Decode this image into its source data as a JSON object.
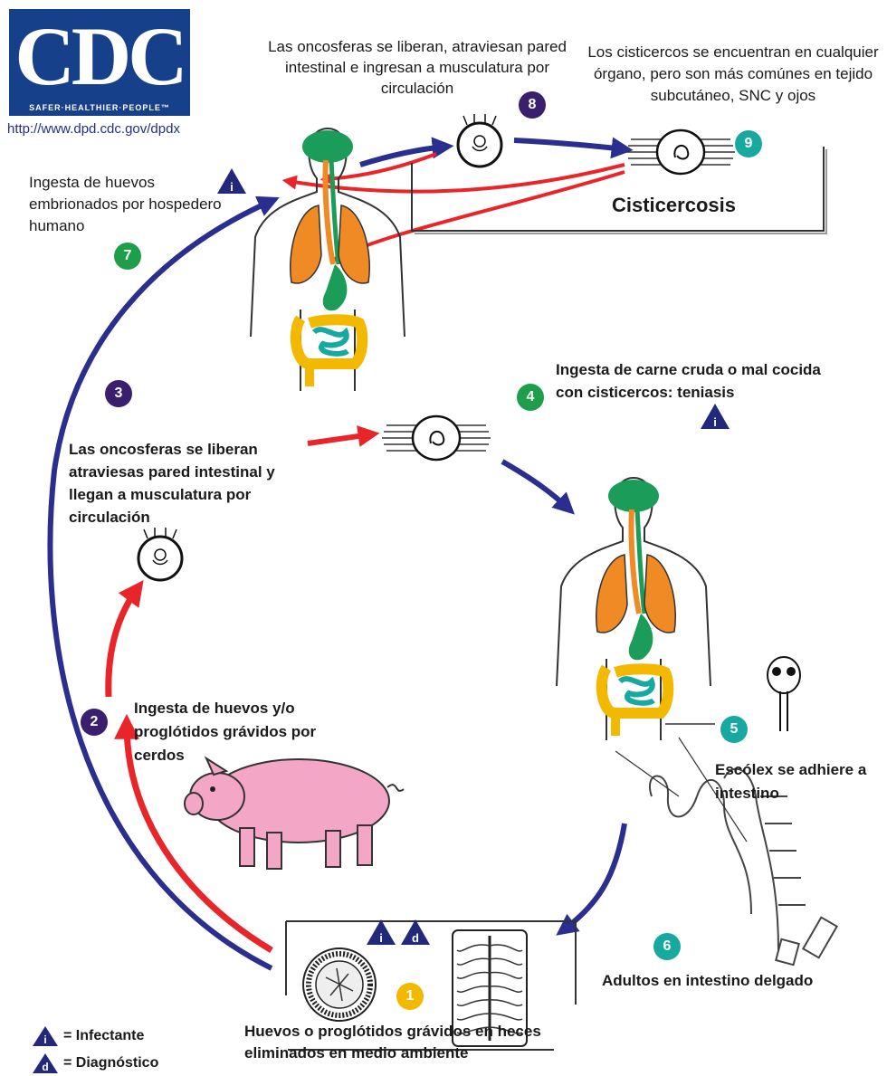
{
  "logo": {
    "text": "CDC",
    "tagline": "SAFER·HEALTHIER·PEOPLE™"
  },
  "source_url": "http://www.dpd.cdc.gov/dpdx",
  "colors": {
    "infective": "#23297a",
    "dark_step": "#3a1f6e",
    "green_step": "#1e9e4a",
    "teal_step": "#17a9a0",
    "yellow_step": "#f3b800",
    "red_arrow": "#e8262a",
    "blue_arrow": "#2a2f8f"
  },
  "steps": {
    "s1": {
      "number": "1",
      "text": "Huevos o proglótidos grávidos en heces eliminados en medio ambiente"
    },
    "s2": {
      "number": "2",
      "text": "Ingesta de huevos y/o proglótidos grávidos por cerdos"
    },
    "s3": {
      "number": "3",
      "text": "Las oncosferas se liberan atraviesas pared intestinal y llegan a musculatura por circulación"
    },
    "s4": {
      "number": "4",
      "text": "Ingesta de carne cruda o mal cocida con cisticercos: teniasis"
    },
    "s5": {
      "number": "5",
      "text": "Escólex se adhiere a intestino"
    },
    "s6": {
      "number": "6",
      "text": "Adultos en intestino delgado"
    },
    "s7": {
      "number": "7",
      "text": "Ingesta de huevos embrionados por hospedero humano"
    },
    "s8": {
      "number": "8",
      "text": "Las oncosferas se liberan, atraviesan pared intestinal e ingresan a musculatura por circulación"
    },
    "s9": {
      "number": "9",
      "text": "Los cisticercos se encuentran en cualquier órgano, pero son más comúnes en tejido subcutáneo, SNC y ojos"
    }
  },
  "cysticercosis_label": "Cisticercosis",
  "legend": {
    "infective_letter": "i",
    "diagnostic_letter": "d",
    "infective": "= Infectante",
    "diagnostic": "= Diagnóstico"
  }
}
